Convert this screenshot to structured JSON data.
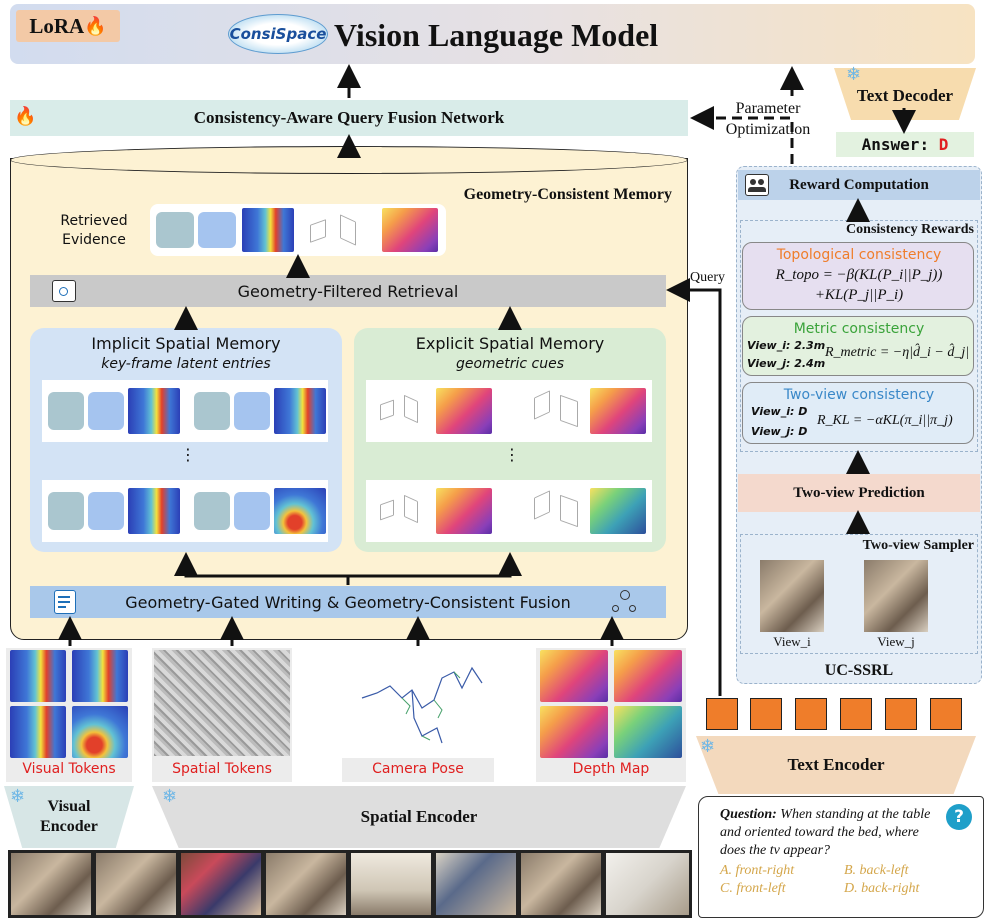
{
  "header": {
    "lora_badge": "LoRA",
    "fire_icon": "🔥",
    "logo_text": "ConsiSpace",
    "title": "Vision Language Model"
  },
  "text_decoder": {
    "label": "Text Decoder",
    "snowflake": "❄"
  },
  "answer": {
    "prefix": "Answer:",
    "value": "D"
  },
  "parameter_optimization": {
    "line1": "Parameter",
    "line2": "Optimization"
  },
  "fusion_network": {
    "label": "Consistency-Aware Query Fusion Network"
  },
  "memory": {
    "title": "Geometry-Consistent Memory",
    "retrieved_line1": "Retrieved",
    "retrieved_line2": "Evidence",
    "retrieval_label": "Geometry-Filtered Retrieval",
    "query_label": "Query",
    "implicit_title": "Implicit Spatial Memory",
    "implicit_subtitle": "key-frame latent entries",
    "explicit_title": "Explicit Spatial Memory",
    "explicit_subtitle": "geometric cues",
    "writing_label": "Geometry-Gated Writing & Geometry-Consistent Fusion",
    "vdots": "⋮"
  },
  "tokens": {
    "visual": "Visual Tokens",
    "spatial": "Spatial Tokens",
    "camera": "Camera Pose",
    "depth": "Depth Map"
  },
  "encoders": {
    "visual_line1": "Visual",
    "visual_line2": "Encoder",
    "spatial": "Spatial Encoder",
    "text": "Text Encoder"
  },
  "ucssrl": {
    "reward_computation": "Reward Computation",
    "consistency_rewards": "Consistency Rewards",
    "topo_title": "Topological consistency",
    "topo_formula_1": "R_topo = −β(KL(P_i||P_j))",
    "topo_formula_2": "+KL(P_j||P_i)",
    "metric_title": "Metric consistency",
    "metric_view_i": "View_i: 2.3m",
    "metric_view_j": "View_j: 2.4m",
    "metric_formula": "R_metric = −η|d̂_i − d̂_j|",
    "twoview_title": "Two-view consistency",
    "twoview_view_i": "View_i: D",
    "twoview_view_j": "View_j: D",
    "twoview_formula": "R_KL = −αKL(π_i||π_j)",
    "prediction": "Two-view Prediction",
    "sampler": "Two-view Sampler",
    "view_i": "View_i",
    "view_j": "View_j",
    "footer": "UC-SSRL"
  },
  "question": {
    "label": "Question:",
    "text": "When standing at the table and oriented toward the bed, where does the tv appear?",
    "options": [
      "A. front-right",
      "B. back-left",
      "C. front-left",
      "D. back-right"
    ],
    "help_icon": "?"
  },
  "colors": {
    "header_grad_start": "#d2dcef",
    "header_grad_end": "#f7e3c2",
    "memory_bg": "#fdf2d3",
    "fusion_bg": "#d9ece9",
    "implicit_bg": "#d3e3f5",
    "explicit_bg": "#d9ecd4",
    "gray_bar": "#c9c9c9",
    "writing_bar": "#a9c8ea",
    "token_orange": "#ef7d2a",
    "red_text": "#e02020",
    "topo_color": "#ef7d2a",
    "metric_color": "#3aa33a",
    "twoview_color": "#3a88c8"
  }
}
